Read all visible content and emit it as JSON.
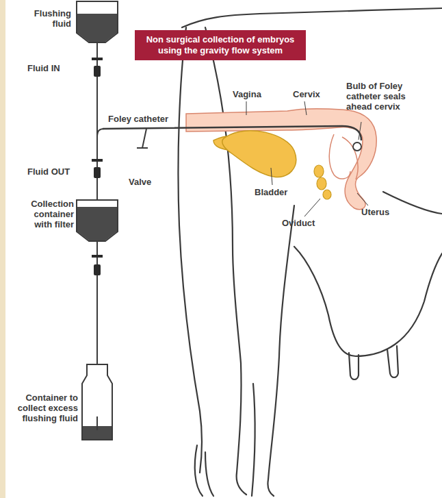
{
  "diagram": {
    "title": "Non surgical collection of embryos using the gravity flow system",
    "labels": [
      "Flushing fluid",
      "Fluid IN",
      "Foley catheter",
      "Fluid OUT",
      "Valve",
      "Collection container with filter",
      "Container to collect excess flushing fluid",
      "Vagina",
      "Cervix",
      "Bulb of Foley catheter seals ahead cervix",
      "Bladder",
      "Uterus",
      "Oviduct"
    ]
  }
}
